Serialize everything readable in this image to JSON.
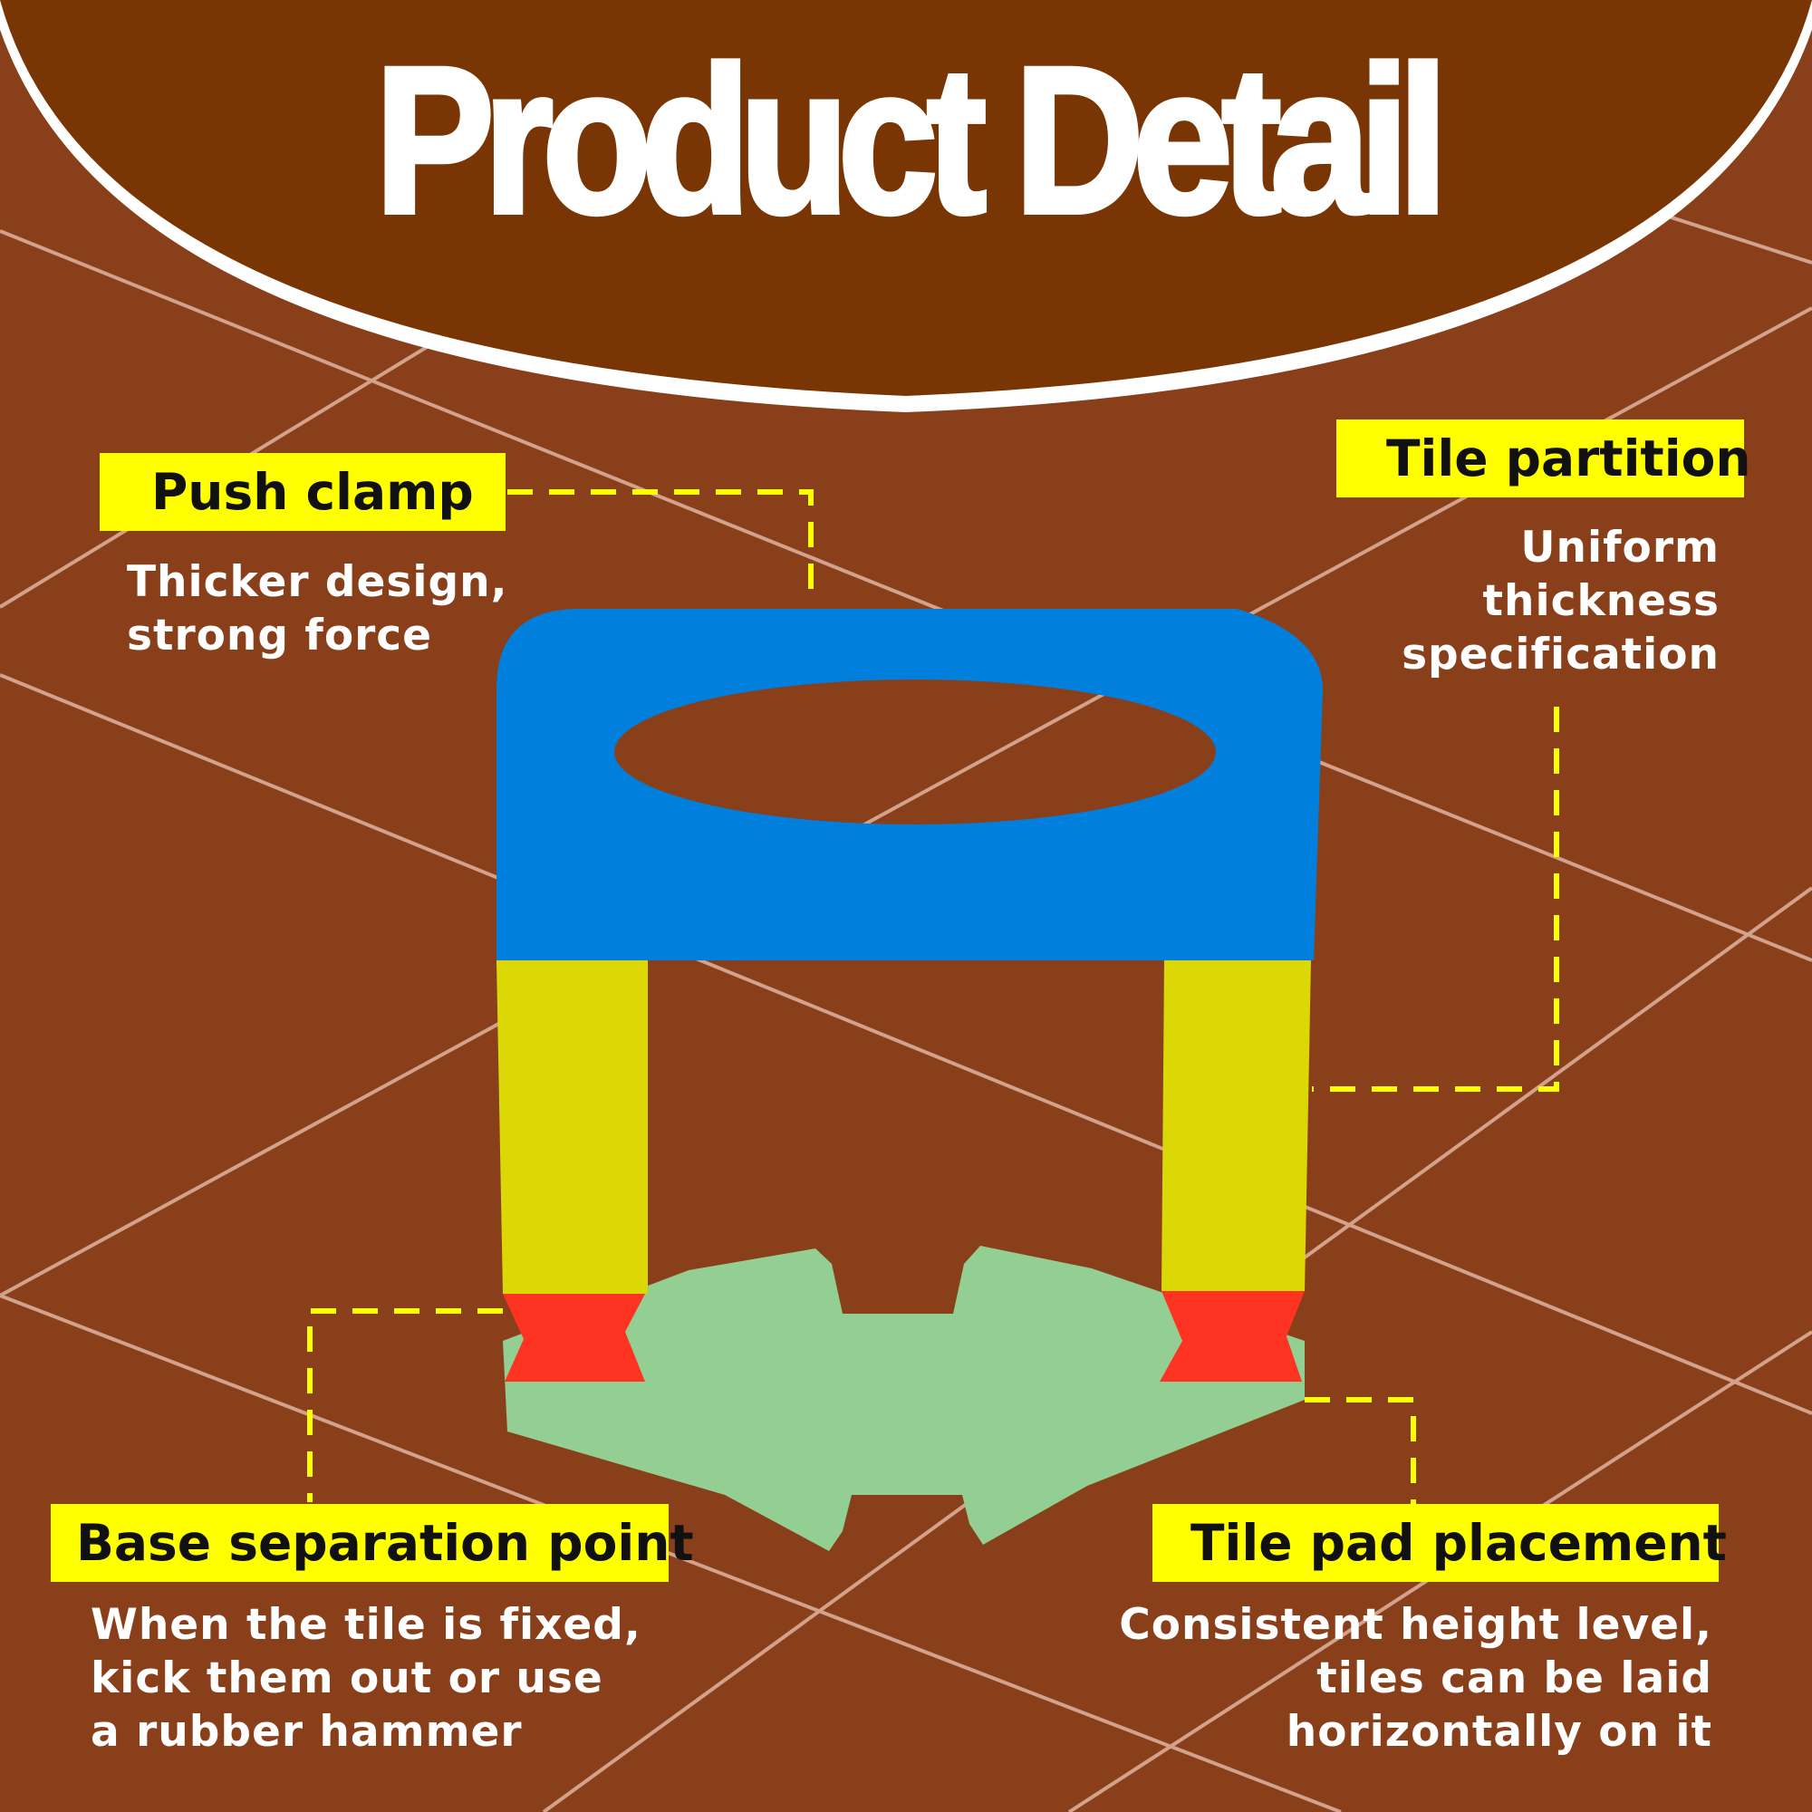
{
  "title": "Product Detail",
  "colors": {
    "background": "#8a3f1b",
    "header": "#7a3504",
    "label_bg": "#ffff00",
    "clamp_top": "#0080dc",
    "legs": "#dcd805",
    "separation": "#ff3322",
    "base_pad": "#93cf92"
  },
  "callouts": {
    "push_clamp": {
      "label": "Push clamp",
      "lines": [
        "Thicker design,",
        "strong force"
      ]
    },
    "tile_partition": {
      "label": "Tile partition",
      "lines": [
        "Uniform",
        "thickness",
        "specification"
      ]
    },
    "base_separation": {
      "label": "Base separation point",
      "lines": [
        "When the tile is fixed,",
        "kick them out or use",
        "a rubber hammer"
      ]
    },
    "tile_pad": {
      "label": "Tile pad placement",
      "lines": [
        "Consistent height level,",
        "tiles can be laid",
        "horizontally on it"
      ]
    }
  }
}
